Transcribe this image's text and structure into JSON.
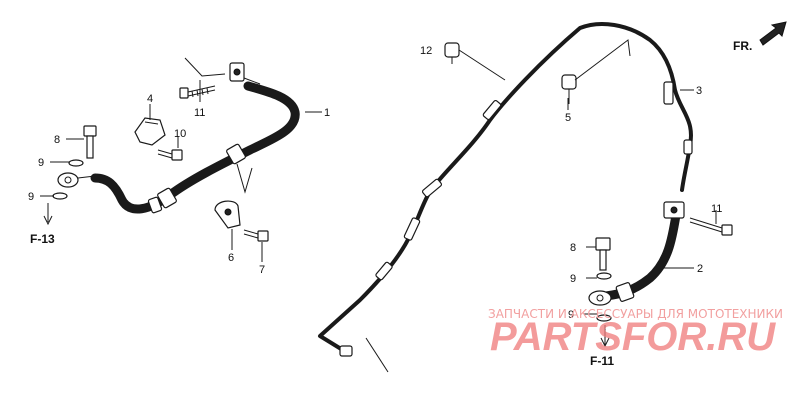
{
  "callouts": {
    "n1": "1",
    "n2": "2",
    "n3": "3",
    "n4": "4",
    "n5": "5",
    "n6": "6",
    "n7": "7",
    "n8a": "8",
    "n8b": "8",
    "n9a": "9",
    "n9b": "9",
    "n9c": "9",
    "n9d": "9",
    "n10": "10",
    "n11a": "11",
    "n11b": "11",
    "n12": "12"
  },
  "refs": {
    "f13": "F-13",
    "f11": "F-11"
  },
  "direction": {
    "fr": "FR."
  },
  "watermark": {
    "line1": "ЗАПЧАСТИ И АКСЕССУАРЫ ДЛЯ МОТОТЕХНИКИ",
    "logo": "PARTSFOR.RU"
  },
  "colors": {
    "line": "#1a1a1a",
    "watermark": "#ef7a7a"
  }
}
